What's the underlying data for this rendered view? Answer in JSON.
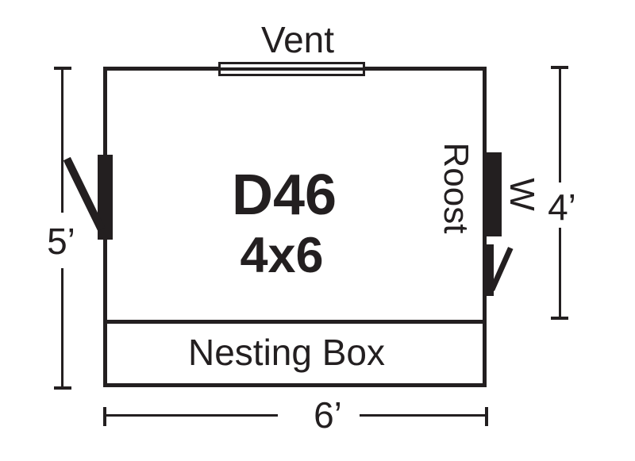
{
  "diagram": {
    "vent_label": "Vent",
    "model": "D46",
    "size": "4x6",
    "roost_label": "Roost",
    "window_label": "W",
    "nesting_box_label": "Nesting Box",
    "dim_left": "5’",
    "dim_right": "4’",
    "dim_bottom": "6’"
  },
  "colors": {
    "ink": "#231f20",
    "background": "#ffffff"
  }
}
